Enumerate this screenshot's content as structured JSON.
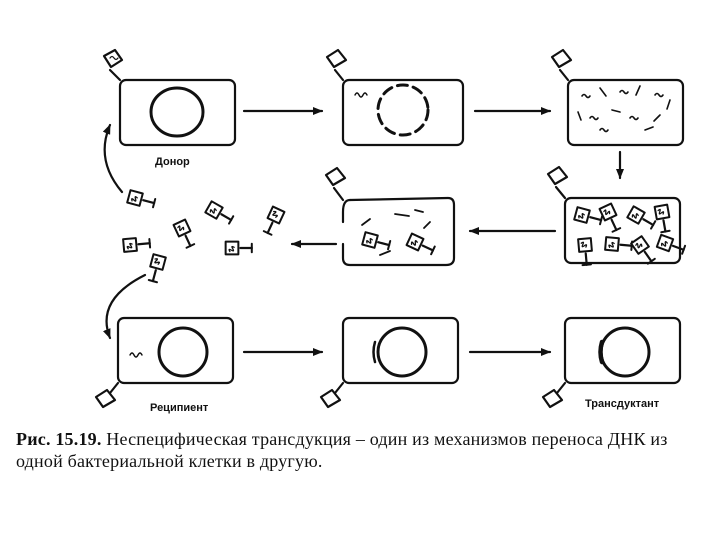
{
  "labels": {
    "donor": "Донор",
    "recipient": "Реципиент",
    "transductant": "Трансдуктант"
  },
  "caption": {
    "figure": "Рис. 15.19.",
    "text": "Неспецифическая трансдукция – один из механизмов переноса ДНК из одной бактериальной клетки в другую."
  }
}
